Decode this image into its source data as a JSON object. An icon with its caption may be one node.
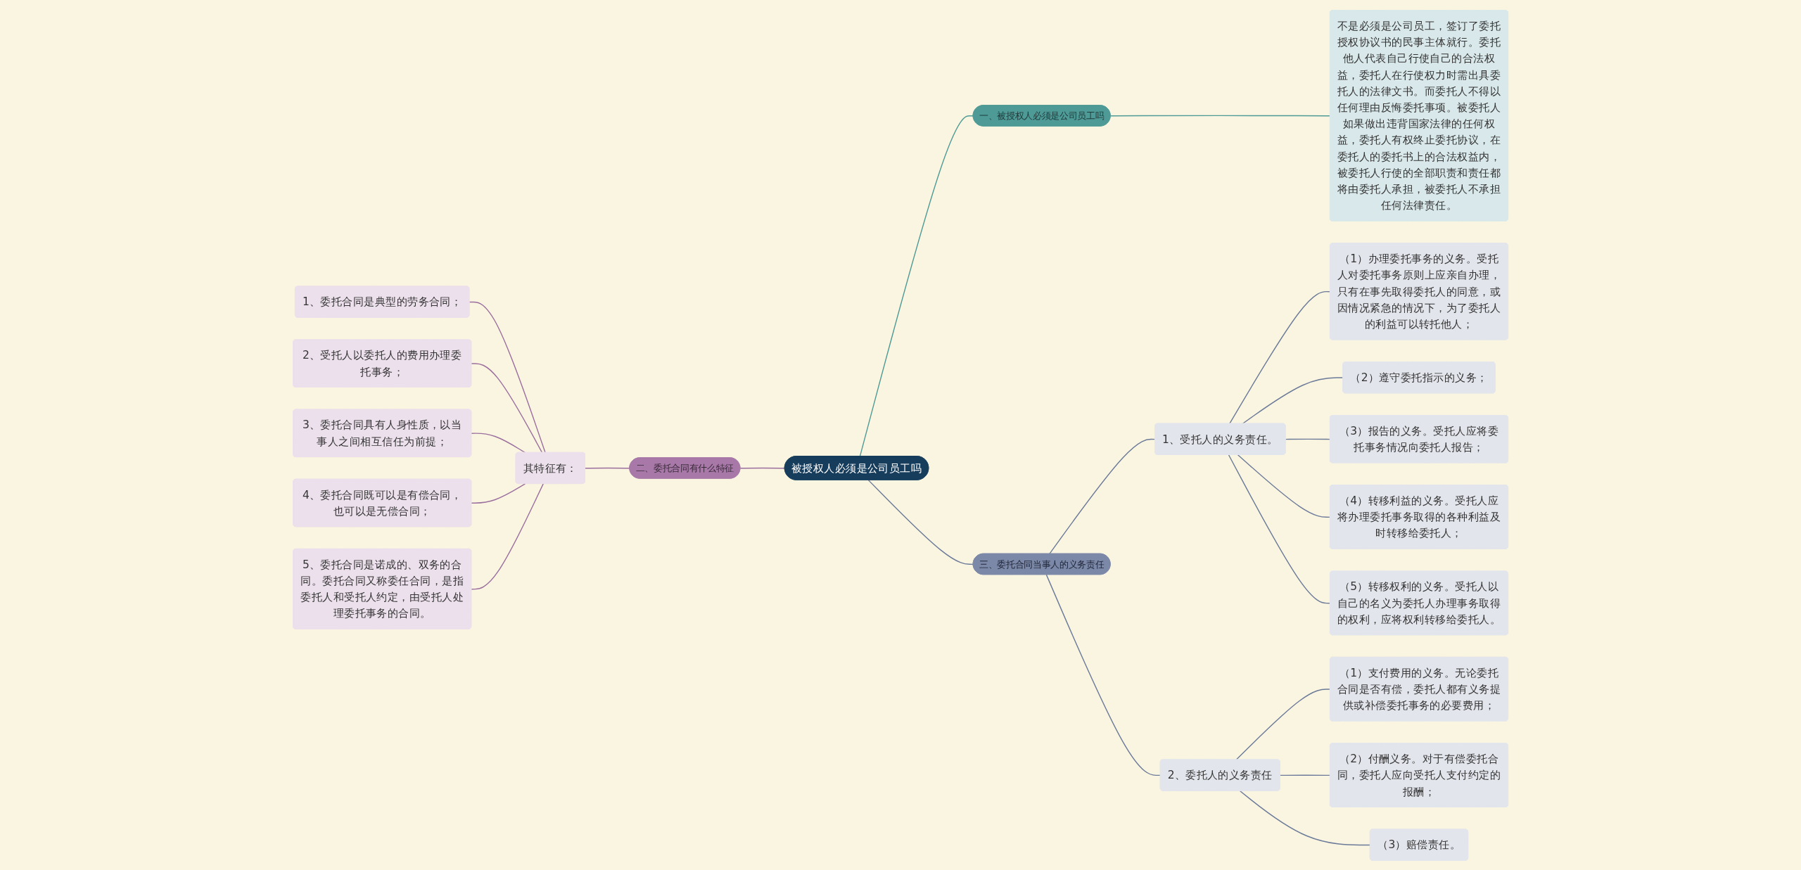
{
  "diagram": {
    "nodes": [
      {
        "text": [
          "被授权人必须是公司员工吗"
        ]
      },
      {
        "text": [
          "一、被授权人必须是公司员工吗"
        ]
      },
      {
        "text": [
          "不是必须是公司员工，签订了委托授权协议书的民事主体就行。委托他人代表自己行使自己的合法权益，委托人在行使权力时需出具委托人的法律文书。而委托人不得以任何理由反悔委托事项。被委托人如果做出违背国家法律的任何权益，委托人有权终止委托协议，在委托人的委托书上的合法权益内，被委托人行使的全部职责和责任都将由委托人承担，被委托人不承担任何法律责任。"
        ]
      },
      {
        "text": [
          "二、委托合同有什么特征"
        ]
      },
      {
        "text": [
          "其特征有："
        ]
      },
      {
        "text": [
          "1、委托合同是典型的劳务合同；"
        ]
      },
      {
        "text": [
          "2、受托人以委托人的费用办理委托事务；"
        ]
      },
      {
        "text": [
          "3、委托合同具有人身性质，以当事人之间相互信任为前提；"
        ]
      },
      {
        "text": [
          "4、委托合同既可以是有偿合同，也可以是无偿合同；"
        ]
      },
      {
        "text": [
          "5、委托合同是诺成的、双务的合同。委托合同又称委任合同，是指委托人和受托人约定，由受托人处理委托事务的合同。"
        ]
      },
      {
        "text": [
          "三、委托合同当事人的义务责任"
        ]
      },
      {
        "text": [
          "1、受托人的义务责任。"
        ]
      },
      {
        "text": [
          "（1）办理委托事务的义务。受托人对委托事务原则上应亲自办理，只有在事先取得委托人的同意，或因情况紧急的情况下，为了委托人的利益可以转托他人；"
        ]
      },
      {
        "text": [
          "（2）遵守委托指示的义务；"
        ]
      },
      {
        "text": [
          "（3）报告的义务。受托人应将委托事务情况向委托人报告；"
        ]
      },
      {
        "text": [
          "（4）转移利益的义务。受托人应将办理委托事务取得的各种利益及时转移给委托人；"
        ]
      },
      {
        "text": [
          "（5）转移权利的义务。受托人以自己的名义为委托人办理事务取得的权利，应将权利转移给委托人。"
        ]
      },
      {
        "text": [
          "2、委托人的义务责任"
        ]
      },
      {
        "text": [
          "（1）支付费用的义务。无论委托合同是否有偿，委托人都有义务提供或补偿委托事务的必要费用；"
        ]
      },
      {
        "text": [
          "（2）付酬义务。对于有偿委托合同，委托人应向受托人支付约定的报酬；"
        ]
      },
      {
        "text": [
          "（3）赔偿责任。"
        ]
      }
    ],
    "edges": [
      {
        "from": 0,
        "to": 1,
        "arrow": "none",
        "color": "#4e9a96"
      },
      {
        "from": 1,
        "to": 2,
        "arrow": "none",
        "color": "#4e9a96"
      },
      {
        "from": 0,
        "to": 3,
        "arrow": "none",
        "color": "#9a6e9e"
      },
      {
        "from": 3,
        "to": 4,
        "arrow": "none",
        "color": "#9a6e9e"
      },
      {
        "from": 4,
        "to": 5,
        "arrow": "none",
        "color": "#9a6e9e"
      },
      {
        "from": 4,
        "to": 6,
        "arrow": "none",
        "color": "#9a6e9e"
      },
      {
        "from": 4,
        "to": 7,
        "arrow": "none",
        "color": "#9a6e9e"
      },
      {
        "from": 4,
        "to": 8,
        "arrow": "none",
        "color": "#9a6e9e"
      },
      {
        "from": 4,
        "to": 9,
        "arrow": "none",
        "color": "#9a6e9e"
      },
      {
        "from": 0,
        "to": 10,
        "arrow": "none"
      },
      {
        "from": 10,
        "to": 11,
        "arrow": "none"
      },
      {
        "from": 11,
        "to": 12,
        "arrow": "none"
      },
      {
        "from": 11,
        "to": 13,
        "arrow": "none"
      },
      {
        "from": 11,
        "to": 14,
        "arrow": "none"
      },
      {
        "from": 11,
        "to": 15,
        "arrow": "none"
      },
      {
        "from": 11,
        "to": 16,
        "arrow": "none"
      },
      {
        "from": 10,
        "to": 17,
        "arrow": "none"
      },
      {
        "from": 17,
        "to": 18,
        "arrow": "none"
      },
      {
        "from": 17,
        "to": 19,
        "arrow": "none"
      },
      {
        "from": 17,
        "to": 20,
        "arrow": "none"
      }
    ]
  }
}
